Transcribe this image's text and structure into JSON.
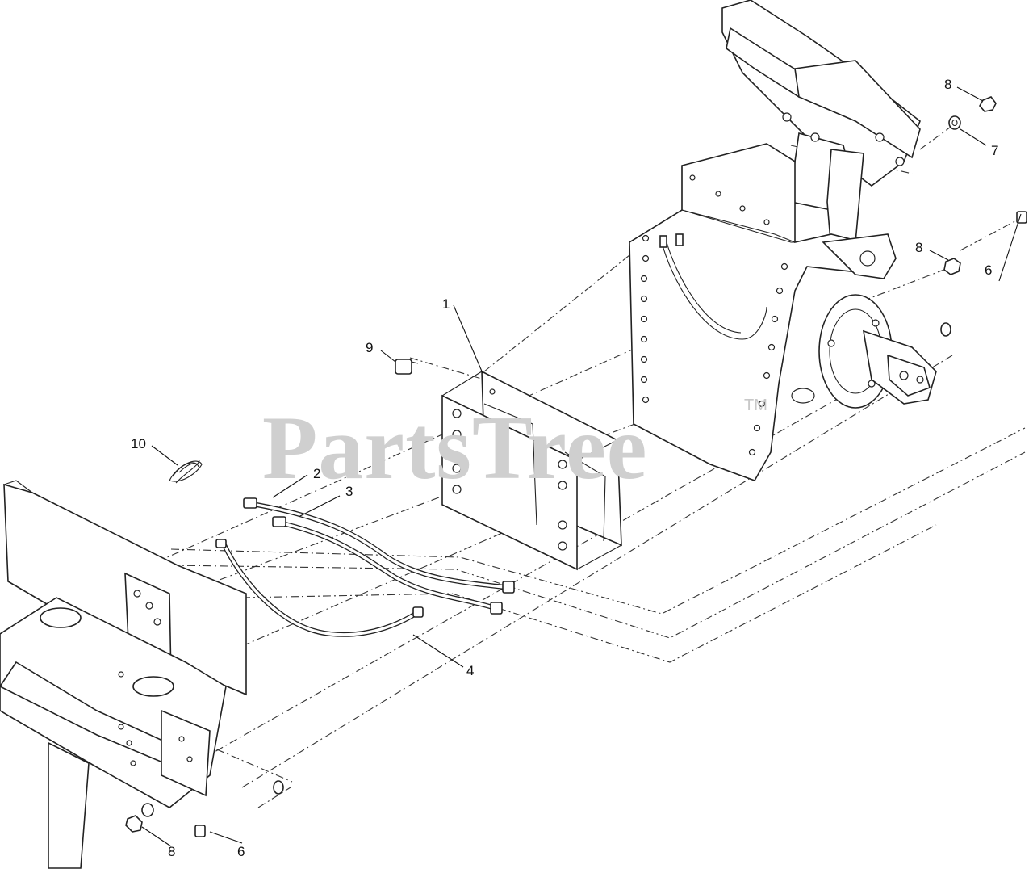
{
  "diagram": {
    "watermark": "PartsTree",
    "watermark_mark": "TM",
    "callouts": [
      {
        "id": "c1",
        "label": "1"
      },
      {
        "id": "c2",
        "label": "2"
      },
      {
        "id": "c3",
        "label": "3"
      },
      {
        "id": "c4",
        "label": "4"
      },
      {
        "id": "c6a",
        "label": "6"
      },
      {
        "id": "c6b",
        "label": "6"
      },
      {
        "id": "c7",
        "label": "7"
      },
      {
        "id": "c8a",
        "label": "8"
      },
      {
        "id": "c8b",
        "label": "8"
      },
      {
        "id": "c8c",
        "label": "8"
      },
      {
        "id": "c9",
        "label": "9"
      },
      {
        "id": "c10",
        "label": "10"
      }
    ]
  }
}
